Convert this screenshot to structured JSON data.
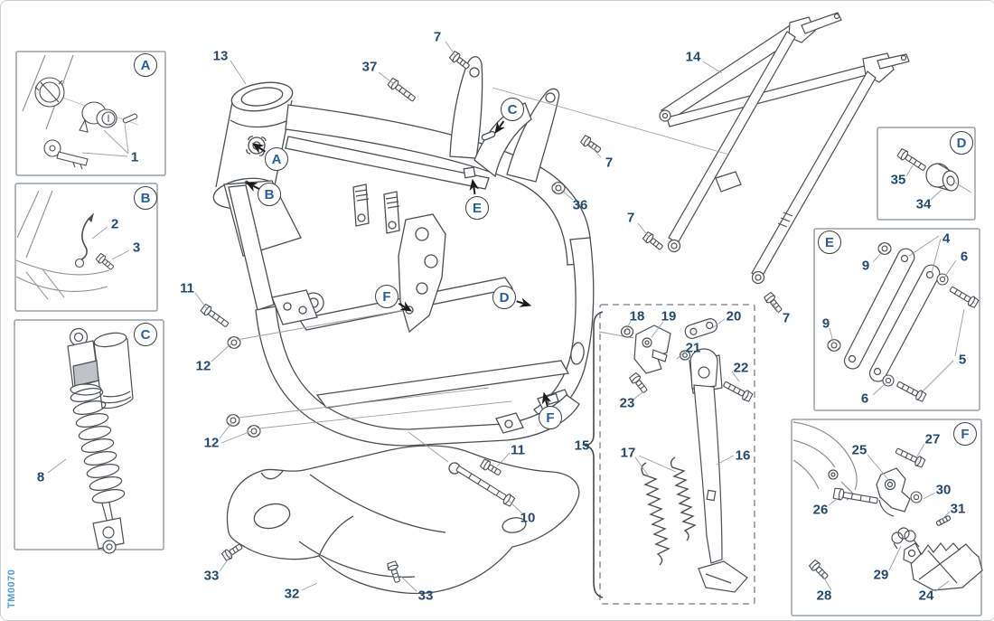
{
  "doc_code": "TM0070",
  "view_letters": {
    "A": "A",
    "B": "B",
    "C": "C",
    "D": "D",
    "E": "E",
    "F": "F"
  },
  "part_numbers": {
    "p1": "1",
    "p2": "2",
    "p3": "3",
    "p4": "4",
    "p5": "5",
    "p6": "6",
    "p7": "7",
    "p8": "8",
    "p9": "9",
    "p10": "10",
    "p11": "11",
    "p12": "12",
    "p13": "13",
    "p14": "14",
    "p15": "15",
    "p16": "16",
    "p17": "17",
    "p18": "18",
    "p19": "19",
    "p20": "20",
    "p21": "21",
    "p22": "22",
    "p23": "23",
    "p24": "24",
    "p25": "25",
    "p26": "26",
    "p27": "27",
    "p28": "28",
    "p29": "29",
    "p30": "30",
    "p31": "31",
    "p32": "32",
    "p33": "33",
    "p34": "34",
    "p35": "35",
    "p36": "36",
    "p37": "37"
  }
}
